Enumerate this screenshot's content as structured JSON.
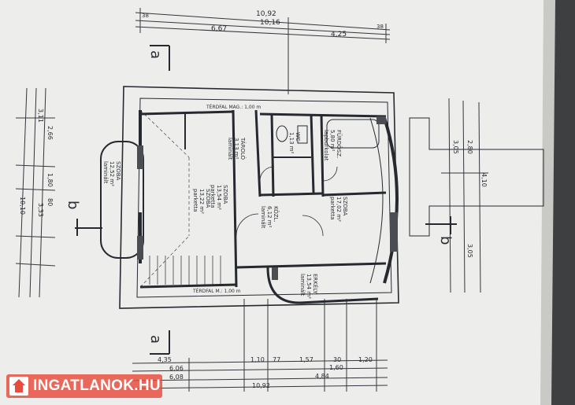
{
  "watermark": {
    "text": "INGATLANOK.HU",
    "color": "#e74c3c"
  },
  "dims_top": {
    "total": "10,92",
    "inner": "10,16",
    "left": "6,67",
    "right": "4,25",
    "edge_l": "38",
    "edge_r": "38"
  },
  "dims_bottom": {
    "a": "4,35",
    "b": "1,10",
    "c": "77",
    "d": "1,57",
    "e": "30",
    "f": "1,20",
    "g": "6,06",
    "h": "4,84",
    "i": "1,60",
    "j": "6,08",
    "k": "10,92"
  },
  "dims_left": {
    "a": "3,11",
    "b": "2,66",
    "c": "1,80",
    "d": "80",
    "e": "3,33",
    "f": "10,10"
  },
  "dims_right": {
    "a": "3,05",
    "b": "2,80",
    "c": "4,10",
    "d": "3,05"
  },
  "sections": {
    "a_top": "a",
    "a_bottom": "a",
    "b_left": "b",
    "b_right": "b"
  },
  "walls": {
    "terdfal_top": "TÉRDFAL MAG.: 1,00 m",
    "terdfal_bottom": "TÉRDFAL M.: 1,00 m"
  },
  "rooms": [
    {
      "name": "SZOBA",
      "area": "12,52 m²",
      "floor": "laminált"
    },
    {
      "name": "SZOBA",
      "area": "13,22 m²",
      "floor": "parketta"
    },
    {
      "name": "TÁROLÓ",
      "area": "3,13 m²",
      "floor": "laminált"
    },
    {
      "name": "SZOBA",
      "area": "13,54 m²",
      "floor": "parketta"
    },
    {
      "name": "KÖZL.",
      "area": "6,12 m²",
      "floor": "laminált"
    },
    {
      "name": "SZOBA",
      "area": "17,02 m²",
      "floor": "parketta"
    },
    {
      "name": "ERKÉLY",
      "area": "13,54 m²",
      "floor": "laminált"
    },
    {
      "name": "FÜRDŐSZ.",
      "area": "5,80 m²",
      "floor": "lapburkolat"
    },
    {
      "name": "WC",
      "area": "1,13 m²",
      "floor": ""
    }
  ]
}
